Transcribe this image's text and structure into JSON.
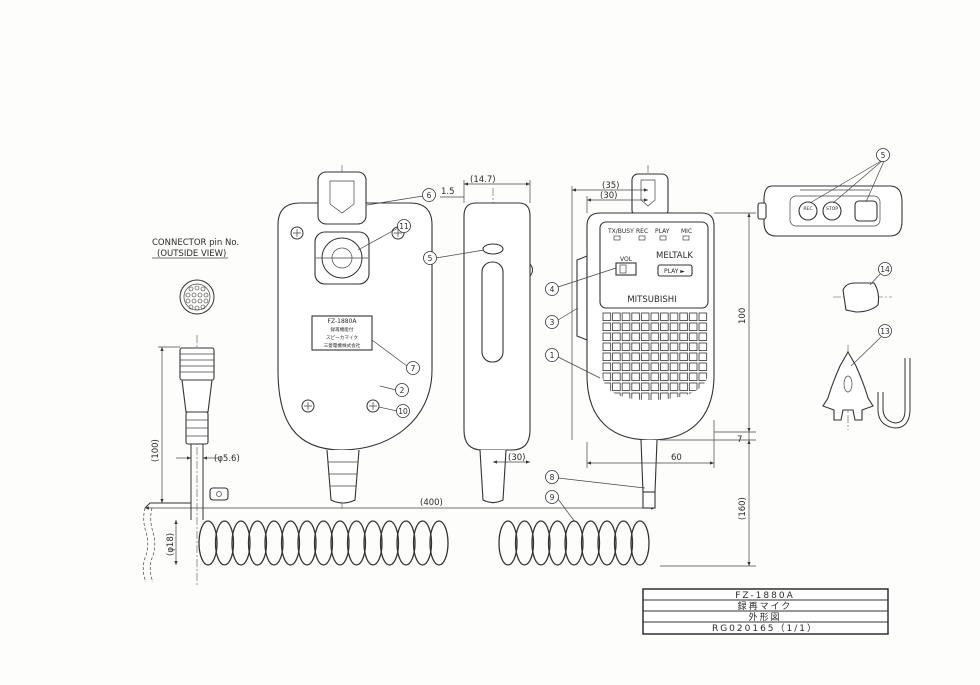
{
  "connector": {
    "title": "CONNECTOR pin No.",
    "subtitle": "(OUTSIDE VIEW)"
  },
  "dimensions": {
    "d_1_5": "1.5",
    "d_14_7": "(14.7)",
    "d_35": "(35)",
    "d_30_top": "(30)",
    "d_100": "100",
    "d_7": "7",
    "d_60": "60",
    "d_160": "(160)",
    "d_400": "(400)",
    "d_18": "(φ18)",
    "d_5_6": "(φ5.6)",
    "d_100_cable": "(100)",
    "d_30_side": "(30)"
  },
  "front_panel": {
    "tx_busy": "TX/BUSY",
    "rec": "REC",
    "play": "PLAY",
    "mic": "MIC",
    "brand": "MELTALK",
    "vol": "VOL",
    "play_button": "PLAY ►",
    "maker": "MITSUBISHI"
  },
  "back_label": {
    "model": "FZ-1880A",
    "line1": "録再機能付",
    "line2": "スピーカマイク",
    "line3": "三菱電機株式会社"
  },
  "top_buttons": {
    "rec": "REC",
    "stop": "STOP"
  },
  "callouts": {
    "c1": "1",
    "c2": "2",
    "c3": "3",
    "c4": "4",
    "c5": "5",
    "c6": "6",
    "c7": "7",
    "c8": "8",
    "c9": "9",
    "c10": "10",
    "c11": "11",
    "c13": "13",
    "c14": "14"
  },
  "title_block": {
    "model": "FZ-1880A",
    "name": "録再マイク",
    "drawing": "外形図",
    "number": "RG020165（1/1）"
  }
}
